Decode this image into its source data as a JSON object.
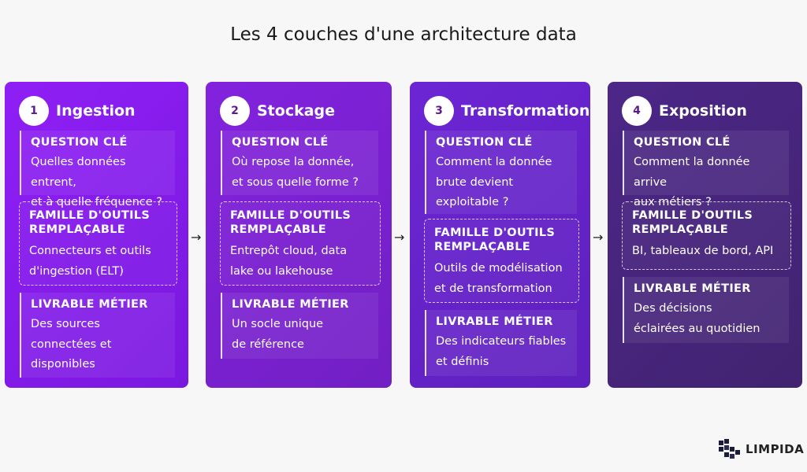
{
  "title": "Les 4 couches d'une architecture data",
  "colors": {
    "layer1": "#8a1df0",
    "layer2": "#7a21cf",
    "layer3": "#6422c9",
    "layer4": "#4a2580"
  },
  "layers": [
    {
      "number": "1",
      "name": "Ingestion",
      "question_label": "QUESTION CLÉ",
      "question_lines": [
        "Quelles données entrent,",
        "et à quelle fréquence ?"
      ],
      "tools_label_lines": [
        "FAMILLE D'OUTILS",
        "REMPLAÇABLE"
      ],
      "tools_lines": [
        "Connecteurs et outils",
        "d'ingestion (ELT)"
      ],
      "deliverable_label": "LIVRABLE MÉTIER",
      "deliverable_lines": [
        "Des sources",
        "connectées et",
        "disponibles"
      ]
    },
    {
      "number": "2",
      "name": "Stockage",
      "question_label": "QUESTION CLÉ",
      "question_lines": [
        "Où repose la donnée,",
        "et sous quelle forme ?"
      ],
      "tools_label_lines": [
        "FAMILLE D'OUTILS",
        "REMPLAÇABLE"
      ],
      "tools_lines": [
        "Entrepôt cloud, data",
        "lake ou lakehouse"
      ],
      "deliverable_label": "LIVRABLE MÉTIER",
      "deliverable_lines": [
        "Un socle unique",
        "de référence"
      ]
    },
    {
      "number": "3",
      "name": "Transformation",
      "question_label": "QUESTION CLÉ",
      "question_lines": [
        "Comment la donnée",
        "brute devient",
        "exploitable ?"
      ],
      "tools_label_lines": [
        "FAMILLE D'OUTILS",
        "REMPLAÇABLE"
      ],
      "tools_lines": [
        "Outils de modélisation",
        "et de transformation"
      ],
      "deliverable_label": "LIVRABLE MÉTIER",
      "deliverable_lines": [
        "Des indicateurs fiables",
        "et définis"
      ]
    },
    {
      "number": "4",
      "name": "Exposition",
      "question_label": "QUESTION CLÉ",
      "question_lines": [
        "Comment la donnée arrive",
        "aux métiers ?"
      ],
      "tools_label_lines": [
        "FAMILLE D'OUTILS",
        "REMPLAÇABLE"
      ],
      "tools_lines": [
        "BI, tableaux de bord, API"
      ],
      "deliverable_label": "LIVRABLE MÉTIER",
      "deliverable_lines": [
        "Des décisions",
        "éclairées au quotidien"
      ]
    }
  ],
  "arrow_glyph": "→",
  "logo": {
    "text": "LIMPIDA",
    "icon": "limpida-logo-icon"
  }
}
